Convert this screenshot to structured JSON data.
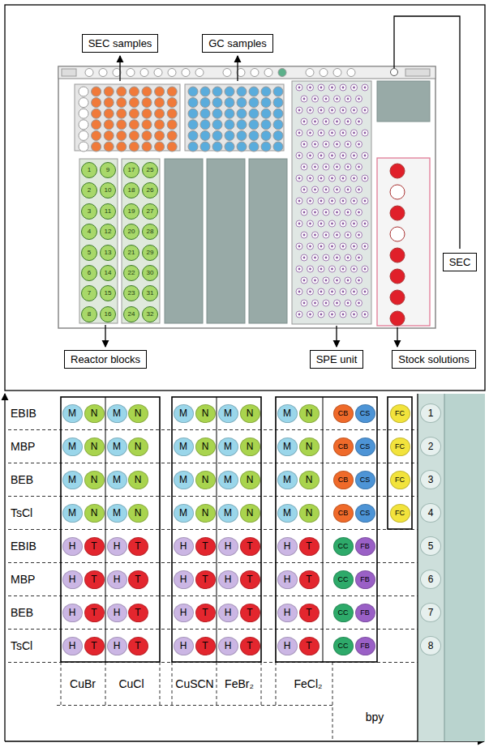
{
  "diagram": {
    "nodes": [
      {
        "text": [
          "SEC samples"
        ]
      },
      {
        "text": [
          "GC samples"
        ]
      },
      {
        "text": [
          "SEC"
        ]
      },
      {
        "text": [
          "Reactor blocks"
        ]
      },
      {
        "text": [
          "SPE unit"
        ]
      },
      {
        "text": [
          "Stock solutions"
        ]
      },
      {
        "text": [
          "1"
        ]
      },
      {
        "text": [
          "2"
        ]
      },
      {
        "text": [
          "3"
        ]
      },
      {
        "text": [
          "4"
        ]
      },
      {
        "text": [
          "5"
        ]
      },
      {
        "text": [
          "6"
        ]
      },
      {
        "text": [
          "7"
        ]
      },
      {
        "text": [
          "8"
        ]
      },
      {
        "text": [
          "9"
        ]
      },
      {
        "text": [
          "10"
        ]
      },
      {
        "text": [
          "11"
        ]
      },
      {
        "text": [
          "12"
        ]
      },
      {
        "text": [
          "13"
        ]
      },
      {
        "text": [
          "14"
        ]
      },
      {
        "text": [
          "15"
        ]
      },
      {
        "text": [
          "16"
        ]
      },
      {
        "text": [
          "17"
        ]
      },
      {
        "text": [
          "18"
        ]
      },
      {
        "text": [
          "19"
        ]
      },
      {
        "text": [
          "20"
        ]
      },
      {
        "text": [
          "21"
        ]
      },
      {
        "text": [
          "22"
        ]
      },
      {
        "text": [
          "23"
        ]
      },
      {
        "text": [
          "24"
        ]
      },
      {
        "text": [
          "25"
        ]
      },
      {
        "text": [
          "26"
        ]
      },
      {
        "text": [
          "27"
        ]
      },
      {
        "text": [
          "28"
        ]
      },
      {
        "text": [
          "29"
        ]
      },
      {
        "text": [
          "30"
        ]
      },
      {
        "text": [
          "31"
        ]
      },
      {
        "text": [
          "32"
        ]
      },
      {
        "text": [
          "M"
        ]
      },
      {
        "text": [
          "N"
        ]
      },
      {
        "text": [
          "M"
        ]
      },
      {
        "text": [
          "N"
        ]
      },
      {
        "text": [
          "M"
        ]
      },
      {
        "text": [
          "N"
        ]
      },
      {
        "text": [
          "M"
        ]
      },
      {
        "text": [
          "N"
        ]
      },
      {
        "text": [
          "M"
        ]
      },
      {
        "text": [
          "N"
        ]
      },
      {
        "text": [
          "CB"
        ]
      },
      {
        "text": [
          "CS"
        ]
      },
      {
        "text": [
          "FC"
        ]
      },
      {
        "text": [
          "1"
        ]
      },
      {
        "text": [
          "M"
        ]
      },
      {
        "text": [
          "N"
        ]
      },
      {
        "text": [
          "M"
        ]
      },
      {
        "text": [
          "N"
        ]
      },
      {
        "text": [
          "M"
        ]
      },
      {
        "text": [
          "N"
        ]
      },
      {
        "text": [
          "M"
        ]
      },
      {
        "text": [
          "N"
        ]
      },
      {
        "text": [
          "M"
        ]
      },
      {
        "text": [
          "N"
        ]
      },
      {
        "text": [
          "CB"
        ]
      },
      {
        "text": [
          "CS"
        ]
      },
      {
        "text": [
          "FC"
        ]
      },
      {
        "text": [
          "2"
        ]
      },
      {
        "text": [
          "M"
        ]
      },
      {
        "text": [
          "N"
        ]
      },
      {
        "text": [
          "M"
        ]
      },
      {
        "text": [
          "N"
        ]
      },
      {
        "text": [
          "M"
        ]
      },
      {
        "text": [
          "N"
        ]
      },
      {
        "text": [
          "M"
        ]
      },
      {
        "text": [
          "N"
        ]
      },
      {
        "text": [
          "M"
        ]
      },
      {
        "text": [
          "N"
        ]
      },
      {
        "text": [
          "CB"
        ]
      },
      {
        "text": [
          "CS"
        ]
      },
      {
        "text": [
          "FC"
        ]
      },
      {
        "text": [
          "3"
        ]
      },
      {
        "text": [
          "M"
        ]
      },
      {
        "text": [
          "N"
        ]
      },
      {
        "text": [
          "M"
        ]
      },
      {
        "text": [
          "N"
        ]
      },
      {
        "text": [
          "M"
        ]
      },
      {
        "text": [
          "N"
        ]
      },
      {
        "text": [
          "M"
        ]
      },
      {
        "text": [
          "N"
        ]
      },
      {
        "text": [
          "M"
        ]
      },
      {
        "text": [
          "N"
        ]
      },
      {
        "text": [
          "CB"
        ]
      },
      {
        "text": [
          "CS"
        ]
      },
      {
        "text": [
          "FC"
        ]
      },
      {
        "text": [
          "4"
        ]
      },
      {
        "text": [
          "H"
        ]
      },
      {
        "text": [
          "T"
        ]
      },
      {
        "text": [
          "H"
        ]
      },
      {
        "text": [
          "T"
        ]
      },
      {
        "text": [
          "H"
        ]
      },
      {
        "text": [
          "T"
        ]
      },
      {
        "text": [
          "H"
        ]
      },
      {
        "text": [
          "T"
        ]
      },
      {
        "text": [
          "H"
        ]
      },
      {
        "text": [
          "T"
        ]
      },
      {
        "text": [
          "CC"
        ]
      },
      {
        "text": [
          "FB"
        ]
      },
      {
        "text": [
          "5"
        ]
      },
      {
        "text": [
          "H"
        ]
      },
      {
        "text": [
          "T"
        ]
      },
      {
        "text": [
          "H"
        ]
      },
      {
        "text": [
          "T"
        ]
      },
      {
        "text": [
          "H"
        ]
      },
      {
        "text": [
          "T"
        ]
      },
      {
        "text": [
          "H"
        ]
      },
      {
        "text": [
          "T"
        ]
      },
      {
        "text": [
          "H"
        ]
      },
      {
        "text": [
          "T"
        ]
      },
      {
        "text": [
          "CC"
        ]
      },
      {
        "text": [
          "FB"
        ]
      },
      {
        "text": [
          "6"
        ]
      },
      {
        "text": [
          "H"
        ]
      },
      {
        "text": [
          "T"
        ]
      },
      {
        "text": [
          "H"
        ]
      },
      {
        "text": [
          "T"
        ]
      },
      {
        "text": [
          "H"
        ]
      },
      {
        "text": [
          "T"
        ]
      },
      {
        "text": [
          "H"
        ]
      },
      {
        "text": [
          "T"
        ]
      },
      {
        "text": [
          "H"
        ]
      },
      {
        "text": [
          "T"
        ]
      },
      {
        "text": [
          "CC"
        ]
      },
      {
        "text": [
          "FB"
        ]
      },
      {
        "text": [
          "7"
        ]
      },
      {
        "text": [
          "H"
        ]
      },
      {
        "text": [
          "T"
        ]
      },
      {
        "text": [
          "H"
        ]
      },
      {
        "text": [
          "T"
        ]
      },
      {
        "text": [
          "H"
        ]
      },
      {
        "text": [
          "T"
        ]
      },
      {
        "text": [
          "H"
        ]
      },
      {
        "text": [
          "T"
        ]
      },
      {
        "text": [
          "H"
        ]
      },
      {
        "text": [
          "T"
        ]
      },
      {
        "text": [
          "CC"
        ]
      },
      {
        "text": [
          "FB"
        ]
      },
      {
        "text": [
          "8"
        ]
      }
    ],
    "labels": [
      "EBIB",
      "MBP",
      "BEB",
      "TsCl",
      "EBIB",
      "MBP",
      "BEB",
      "TsCl",
      "CuBr",
      "CuCl",
      "CuSCN",
      "FeBr₂",
      "FeCl₂",
      "bpy"
    ]
  }
}
